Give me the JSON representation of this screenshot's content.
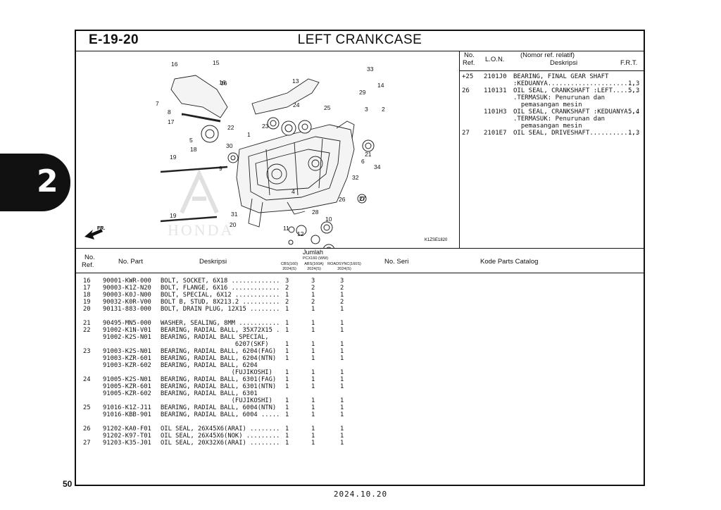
{
  "page": {
    "section_code": "E-19-20",
    "title": "LEFT CRANKCASE",
    "chapter_tab": "2",
    "page_number": "50",
    "date": "2024.10.20"
  },
  "diagram": {
    "figure_code": "K1ZSE1820",
    "front_label": "FR.",
    "watermark": "HONDA",
    "callouts": [
      "16",
      "15",
      "16",
      "13",
      "33",
      "14",
      "7",
      "8",
      "16",
      "29",
      "24",
      "25",
      "3",
      "2",
      "17",
      "22",
      "23",
      "1",
      "5",
      "21",
      "18",
      "30",
      "6",
      "9",
      "19",
      "32",
      "34",
      "27",
      "4",
      "26",
      "19",
      "31",
      "28",
      "10",
      "20",
      "11",
      "12"
    ]
  },
  "ref_table": {
    "headers": {
      "no": "No.",
      "ref": "Ref.",
      "lon": "L.O.N.",
      "desc_top": "(Nomor ref. relatif)",
      "desc": "Deskripsi",
      "frt": "F.R.T."
    },
    "lines": [
      {
        "no": "+25",
        "lon": "2101J0",
        "desc": "BEARING, FINAL GEAR SHAFT",
        "frt": ""
      },
      {
        "no": "",
        "lon": "",
        "desc": ":KEDUANYA.......................",
        "frt": "1,3"
      },
      {
        "no": "26",
        "lon": "110131",
        "desc": "OIL SEAL, CRANKSHAFT :LEFT.......",
        "frt": "5,3"
      },
      {
        "no": "",
        "lon": "",
        "desc": ".TERMASUK: Penurunan dan",
        "frt": ""
      },
      {
        "no": "",
        "lon": "",
        "desc": "  pemasangan mesin",
        "frt": ""
      },
      {
        "no": "",
        "lon": "1101H3",
        "desc": "OIL SEAL, CRANKSHAFT :KEDUANYA...",
        "frt": "5,4"
      },
      {
        "no": "",
        "lon": "",
        "desc": ".TERMASUK: Penurunan dan",
        "frt": ""
      },
      {
        "no": "",
        "lon": "",
        "desc": "  pemasangan mesin",
        "frt": ""
      },
      {
        "no": "27",
        "lon": "2101E7",
        "desc": "OIL SEAL, DRIVESHAFT.............",
        "frt": "1,3"
      }
    ]
  },
  "parts_table": {
    "headers": {
      "no": "No.",
      "ref": "Ref.",
      "part": "No. Part",
      "desc": "Deskripsi",
      "jumlah": "Jumlah",
      "model": "PCX160 (WW)",
      "col1_top": "CBS(160)",
      "col1_bot": "2024(S)",
      "col2_top": "ABS(160A)",
      "col2_bot": "2024(S)",
      "col3_top": "ROADSYNC(160S)",
      "col3_bot": "2024(S)",
      "seri": "No. Seri",
      "catalog": "Kode Parts Catalog"
    },
    "rows": [
      {
        "ref": "16",
        "part": "90001-KWR-000",
        "desc": "BOLT, SOCKET, 6X18 .............",
        "q1": "3",
        "q2": "3",
        "q3": "3"
      },
      {
        "ref": "17",
        "part": "90003-K1Z-N20",
        "desc": "BOLT, FLANGE, 6X16 .............",
        "q1": "2",
        "q2": "2",
        "q3": "2"
      },
      {
        "ref": "18",
        "part": "90003-K0J-N00",
        "desc": "BOLT, SPECIAL, 6X12 ............",
        "q1": "1",
        "q2": "1",
        "q3": "1"
      },
      {
        "ref": "19",
        "part": "90032-K0R-V00",
        "desc": "BOLT B, STUD, 8X213.2 ..........",
        "q1": "2",
        "q2": "2",
        "q3": "2"
      },
      {
        "ref": "20",
        "part": "90131-883-000",
        "desc": "BOLT, DRAIN PLUG, 12X15 ........",
        "q1": "1",
        "q2": "1",
        "q3": "1"
      },
      {
        "ref": "",
        "part": "",
        "desc": "",
        "q1": "",
        "q2": "",
        "q3": ""
      },
      {
        "ref": "21",
        "part": "90495-MN5-000",
        "desc": "WASHER, SEALING, 8MM ...........",
        "q1": "1",
        "q2": "1",
        "q3": "1"
      },
      {
        "ref": "22",
        "part": "91002-K1N-V01",
        "desc": "BEARING, RADIAL BALL, 35X72X15 .",
        "q1": "1",
        "q2": "1",
        "q3": "1"
      },
      {
        "ref": "",
        "part": "91002-K2S-N01",
        "desc": "BEARING, RADIAL BALL SPECIAL,",
        "q1": "",
        "q2": "",
        "q3": ""
      },
      {
        "ref": "",
        "part": "",
        "desc": "                    6207(SKF)",
        "q1": "1",
        "q2": "1",
        "q3": "1"
      },
      {
        "ref": "23",
        "part": "91003-K2S-N01",
        "desc": "BEARING, RADIAL BALL, 6204(FAG)",
        "q1": "1",
        "q2": "1",
        "q3": "1"
      },
      {
        "ref": "",
        "part": "91003-KZR-601",
        "desc": "BEARING, RADIAL BALL, 6204(NTN)",
        "q1": "1",
        "q2": "1",
        "q3": "1"
      },
      {
        "ref": "",
        "part": "91003-KZR-602",
        "desc": "BEARING, RADIAL BALL, 6204",
        "q1": "",
        "q2": "",
        "q3": ""
      },
      {
        "ref": "",
        "part": "",
        "desc": "                   (FUJIKOSHI)",
        "q1": "1",
        "q2": "1",
        "q3": "1"
      },
      {
        "ref": "24",
        "part": "91005-K2S-N01",
        "desc": "BEARING, RADIAL BALL, 6301(FAG)",
        "q1": "1",
        "q2": "1",
        "q3": "1"
      },
      {
        "ref": "",
        "part": "91005-KZR-601",
        "desc": "BEARING, RADIAL BALL, 6301(NTN)",
        "q1": "1",
        "q2": "1",
        "q3": "1"
      },
      {
        "ref": "",
        "part": "91005-KZR-602",
        "desc": "BEARING, RADIAL BALL, 6301",
        "q1": "",
        "q2": "",
        "q3": ""
      },
      {
        "ref": "",
        "part": "",
        "desc": "                   (FUJIKOSHI)",
        "q1": "1",
        "q2": "1",
        "q3": "1"
      },
      {
        "ref": "25",
        "part": "91016-K1Z-J11",
        "desc": "BEARING, RADIAL BALL, 6004(NTN)",
        "q1": "1",
        "q2": "1",
        "q3": "1"
      },
      {
        "ref": "",
        "part": "91016-KBB-901",
        "desc": "BEARING, RADIAL BALL, 6004 .....",
        "q1": "1",
        "q2": "1",
        "q3": "1"
      },
      {
        "ref": "",
        "part": "",
        "desc": "",
        "q1": "",
        "q2": "",
        "q3": ""
      },
      {
        "ref": "26",
        "part": "91202-KA0-F01",
        "desc": "OIL SEAL, 26X45X6(ARAI) ........",
        "q1": "1",
        "q2": "1",
        "q3": "1"
      },
      {
        "ref": "",
        "part": "91202-K97-T01",
        "desc": "OIL SEAL, 26X45X6(NOK) .........",
        "q1": "1",
        "q2": "1",
        "q3": "1"
      },
      {
        "ref": "27",
        "part": "91203-K35-J01",
        "desc": "OIL SEAL, 20X32X6(ARAI) ........",
        "q1": "1",
        "q2": "1",
        "q3": "1"
      }
    ]
  }
}
